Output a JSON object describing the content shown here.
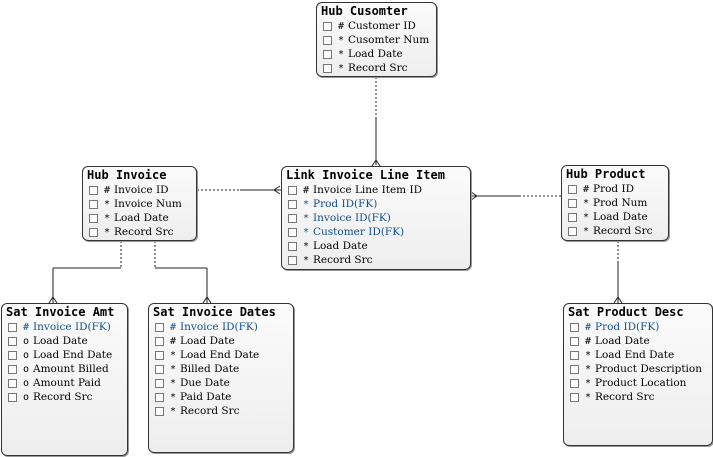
{
  "entities": {
    "hub_customer": {
      "title": "Hub Cusomter",
      "rows": [
        {
          "sym": "#",
          "label": "Customer ID"
        },
        {
          "sym": "*",
          "label": "Cusomter Num"
        },
        {
          "sym": "*",
          "label": "Load Date"
        },
        {
          "sym": "*",
          "label": "Record Src"
        }
      ]
    },
    "hub_invoice": {
      "title": "Hub Invoice",
      "rows": [
        {
          "sym": "#",
          "label": "Invoice ID"
        },
        {
          "sym": "*",
          "label": "Invoice Num"
        },
        {
          "sym": "*",
          "label": "Load Date"
        },
        {
          "sym": "*",
          "label": "Record Src"
        }
      ]
    },
    "link_invoice_line_item": {
      "title": "Link Invoice Line Item",
      "rows": [
        {
          "sym": "#",
          "label": "Invoice Line Item ID"
        },
        {
          "sym": "*",
          "label": "Prod ID(FK)",
          "fk": true
        },
        {
          "sym": "*",
          "label": "Invoice ID(FK)",
          "fk": true
        },
        {
          "sym": "*",
          "label": "Customer ID(FK)",
          "fk": true
        },
        {
          "sym": "*",
          "label": "Load Date"
        },
        {
          "sym": "*",
          "label": "Record Src"
        }
      ]
    },
    "hub_product": {
      "title": "Hub Product",
      "rows": [
        {
          "sym": "#",
          "label": "Prod ID"
        },
        {
          "sym": "*",
          "label": "Prod Num"
        },
        {
          "sym": "*",
          "label": "Load Date"
        },
        {
          "sym": "*",
          "label": "Record Src"
        }
      ]
    },
    "sat_invoice_amt": {
      "title": "Sat Invoice Amt",
      "rows": [
        {
          "sym": "#",
          "label": "Invoice ID(FK)",
          "fk": true
        },
        {
          "sym": "o",
          "label": "Load Date"
        },
        {
          "sym": "o",
          "label": "Load End Date"
        },
        {
          "sym": "o",
          "label": "Amount Billed"
        },
        {
          "sym": "o",
          "label": "Amount Paid"
        },
        {
          "sym": "o",
          "label": "Record Src"
        }
      ]
    },
    "sat_invoice_dates": {
      "title": "Sat Invoice Dates",
      "rows": [
        {
          "sym": "#",
          "label": "Invoice ID(FK)",
          "fk": true
        },
        {
          "sym": "#",
          "label": "Load Date"
        },
        {
          "sym": "*",
          "label": "Load End Date"
        },
        {
          "sym": "*",
          "label": "Billed Date"
        },
        {
          "sym": "*",
          "label": "Due Date"
        },
        {
          "sym": "*",
          "label": "Paid Date"
        },
        {
          "sym": "*",
          "label": "Record Src"
        }
      ]
    },
    "sat_product_desc": {
      "title": "Sat Product Desc",
      "rows": [
        {
          "sym": "#",
          "label": "Prod ID(FK)",
          "fk": true
        },
        {
          "sym": "#",
          "label": "Load Date"
        },
        {
          "sym": "*",
          "label": "Load End Date"
        },
        {
          "sym": "*",
          "label": "Product Description"
        },
        {
          "sym": "*",
          "label": "Product Location"
        },
        {
          "sym": "*",
          "label": "Record Src"
        }
      ]
    }
  },
  "colors": {
    "fk_text": "#0f4e8c",
    "border": "#333333",
    "line": "#222222"
  }
}
